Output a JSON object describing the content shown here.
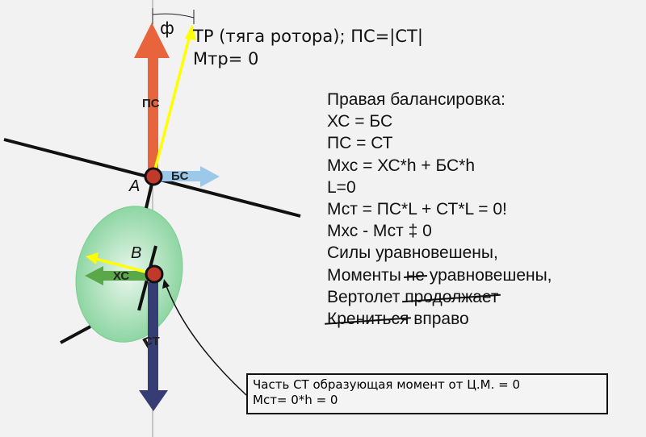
{
  "top_label": {
    "line1": "ТР (тяга ротора); ПС=|СТ|",
    "line2": "Mтр= 0",
    "angle": "ф"
  },
  "arrow_labels": {
    "ps": "ПС",
    "bs": "БС",
    "xs": "ХС",
    "st": "СТ",
    "point_a": "A",
    "point_b": "B"
  },
  "balance": {
    "lines": [
      "Правая балансировка:",
      "ХС = БС",
      "ПС = СТ",
      "Мхс = ХС*h + БС*h",
      "L=0",
      "Мст = ПС*L + СТ*L = 0!",
      "Мхс - Мст ‡ 0",
      "Силы уравновешены,"
    ],
    "moments_a": "Моменты",
    "moments_struck": "не",
    "moments_b": "уравновешены,",
    "heli_a": "Вертолет",
    "heli_struck": "продолжает",
    "tilt_struck": "Крениться",
    "tilt_b": "вправо"
  },
  "note": {
    "line1": "Часть СТ образующая момент от Ц.М. = 0",
    "line2": "Mст= 0*h = 0"
  },
  "colors": {
    "ps": "#e8643c",
    "st": "#353d74",
    "bs": "#9cc8ea",
    "xs": "#5aa84a",
    "thrust": "#ffff00",
    "body": "#8fd3a0"
  }
}
